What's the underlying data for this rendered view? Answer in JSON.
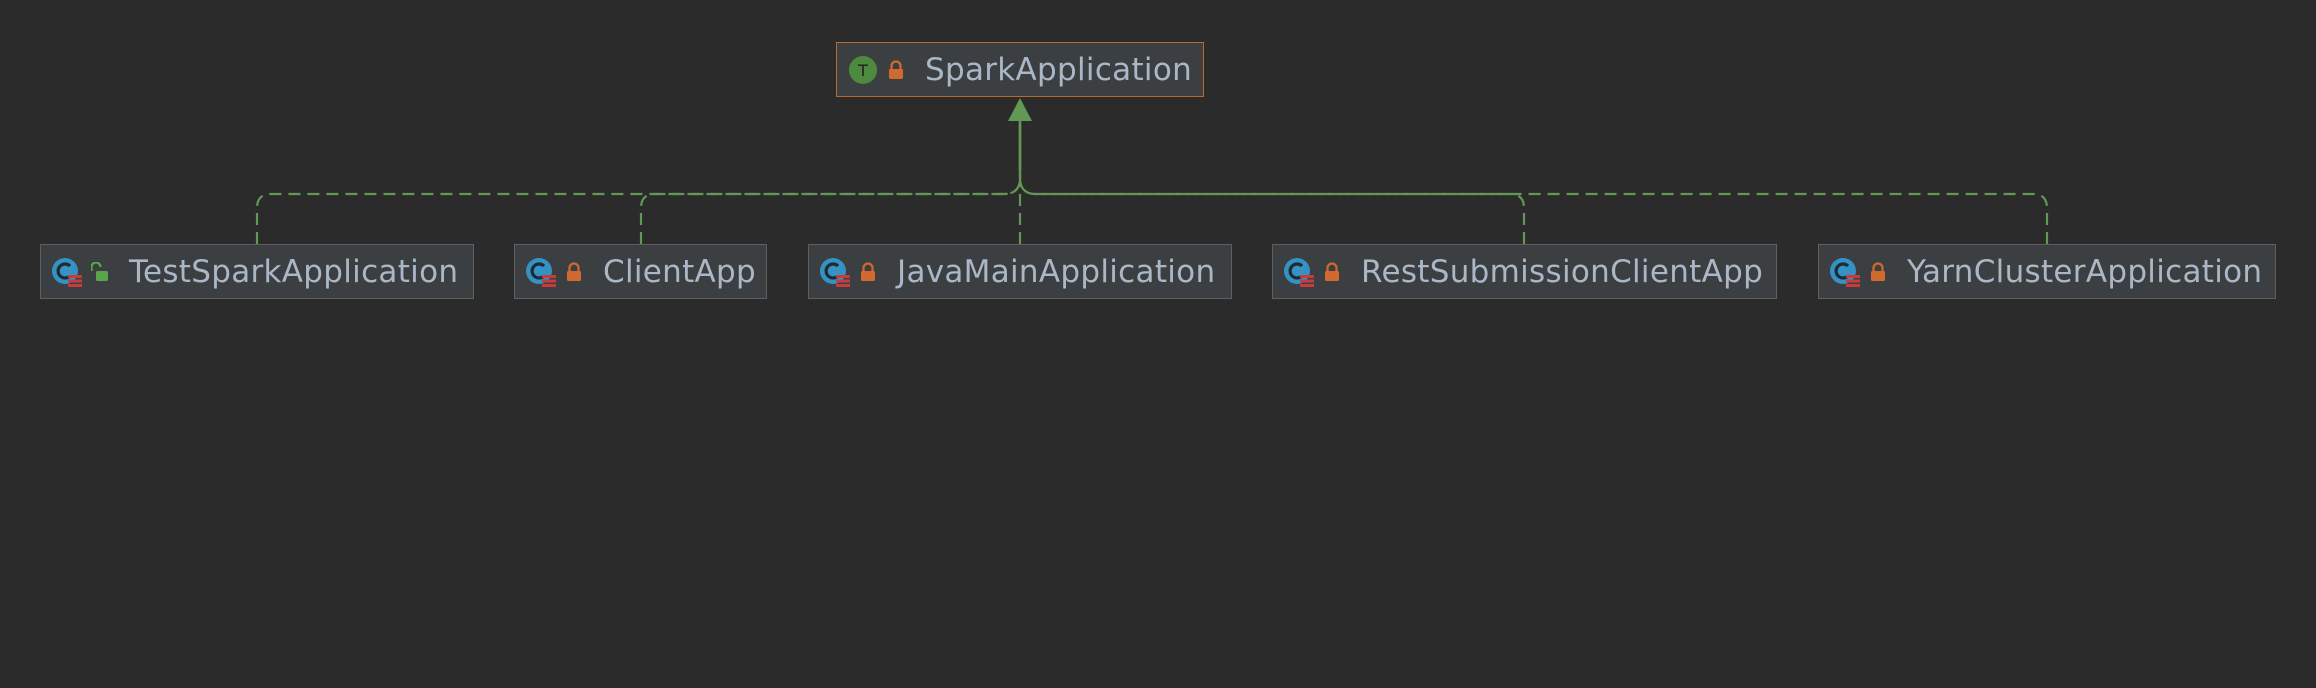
{
  "diagram": {
    "root": {
      "label": "SparkApplication",
      "kind": "trait",
      "kind_letter": "T",
      "icon": "trait-icon",
      "lock": "locked"
    },
    "children": [
      {
        "id": "test",
        "label": "TestSparkApplication",
        "icon": "class-icon",
        "lock": "unlocked"
      },
      {
        "id": "client",
        "label": "ClientApp",
        "icon": "class-icon",
        "lock": "locked"
      },
      {
        "id": "java",
        "label": "JavaMainApplication",
        "icon": "class-icon",
        "lock": "locked"
      },
      {
        "id": "rest",
        "label": "RestSubmissionClientApp",
        "icon": "class-icon",
        "lock": "locked"
      },
      {
        "id": "yarn",
        "label": "YarnClusterApplication",
        "icon": "class-icon",
        "lock": "locked"
      }
    ],
    "relation": "implements",
    "colors": {
      "background": "#2b2b2b",
      "node_fill": "#3c3f41",
      "node_border": "#5e6060",
      "root_border": "#b86b30",
      "text": "#a9b7c6",
      "edge": "#629755",
      "class_icon": "#3592c4",
      "trait_icon": "#4e8a3e",
      "lock_closed": "#d06a2e",
      "lock_open": "#59a64a",
      "static_marker": "#c93b3b"
    }
  }
}
